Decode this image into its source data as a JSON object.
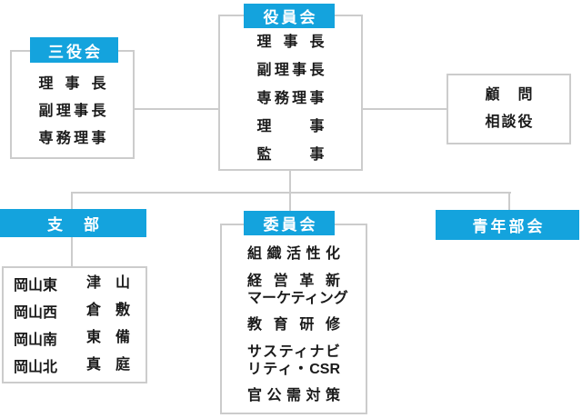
{
  "colors": {
    "accent_blue": "#14a3dd",
    "line_gray": "#cccccc",
    "text": "#1a1a1a",
    "background": "#ffffff"
  },
  "org_chart": {
    "board": {
      "title": "役員会",
      "members": [
        "理 事 長",
        "副理事長",
        "専務理事",
        "理　事",
        "監　事"
      ]
    },
    "executive_council": {
      "title": "三役会",
      "members": [
        "理 事 長",
        "副理事長",
        "専務理事"
      ]
    },
    "advisors": {
      "members": [
        "顧　問",
        "相談役"
      ]
    },
    "branches": {
      "title": "支　部",
      "rows": [
        {
          "left": "岡山東",
          "right": "津　山"
        },
        {
          "left": "岡山西",
          "right": "倉　敷"
        },
        {
          "left": "岡山南",
          "right": "東　備"
        },
        {
          "left": "岡山北",
          "right": "真　庭"
        }
      ]
    },
    "committees": {
      "title": "委員会",
      "items": [
        {
          "lines": [
            "組 織 活 性 化"
          ]
        },
        {
          "lines": [
            "経 営 革 新",
            "マーケティング"
          ]
        },
        {
          "lines": [
            "教 育 研 修"
          ]
        },
        {
          "lines": [
            "サスティナビ",
            "リティ・CSR"
          ]
        },
        {
          "lines": [
            "官 公 需 対 策"
          ]
        }
      ]
    },
    "youth_division": {
      "title": "青年部会"
    }
  }
}
